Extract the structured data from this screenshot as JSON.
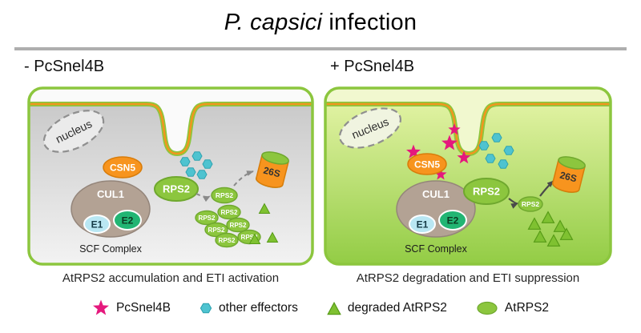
{
  "title": {
    "species": "P. capsici",
    "rest": " infection"
  },
  "panels": {
    "left": {
      "label": "- PcSnel4B",
      "caption": "AtRPS2 accumulation and ETI activation",
      "labels": {
        "nucleus": "nucleus",
        "csn5": "CSN5",
        "cul1": "CUL1",
        "e1": "E1",
        "e2": "E2",
        "scf": "SCF Complex",
        "rps2": "RPS2",
        "rps2_small": "RPS2",
        "proteasome": "26S"
      }
    },
    "right": {
      "label": "+ PcSnel4B",
      "caption": "AtRPS2 degradation and ETI suppression",
      "labels": {
        "nucleus": "nucleus",
        "csn5": "CSN5",
        "cul1": "CUL1",
        "e1": "E1",
        "e2": "E2",
        "scf": "SCF Complex",
        "rps2": "RPS2",
        "rps2_small": "RPS2",
        "proteasome": "26S"
      }
    }
  },
  "legend": {
    "items": [
      {
        "icon": "star-icon",
        "label": "PcSnel4B"
      },
      {
        "icon": "hexagon-icon",
        "label": "other effectors"
      },
      {
        "icon": "triangle-icon",
        "label": "degraded AtRPS2"
      },
      {
        "icon": "ellipse-icon",
        "label": "AtRPS2"
      }
    ]
  },
  "colors": {
    "accent_green": "#8cc63e",
    "orange": "#f7941e",
    "magenta": "#e5187d",
    "teal": "#4ec3d0",
    "taupe": "#b3a294"
  }
}
